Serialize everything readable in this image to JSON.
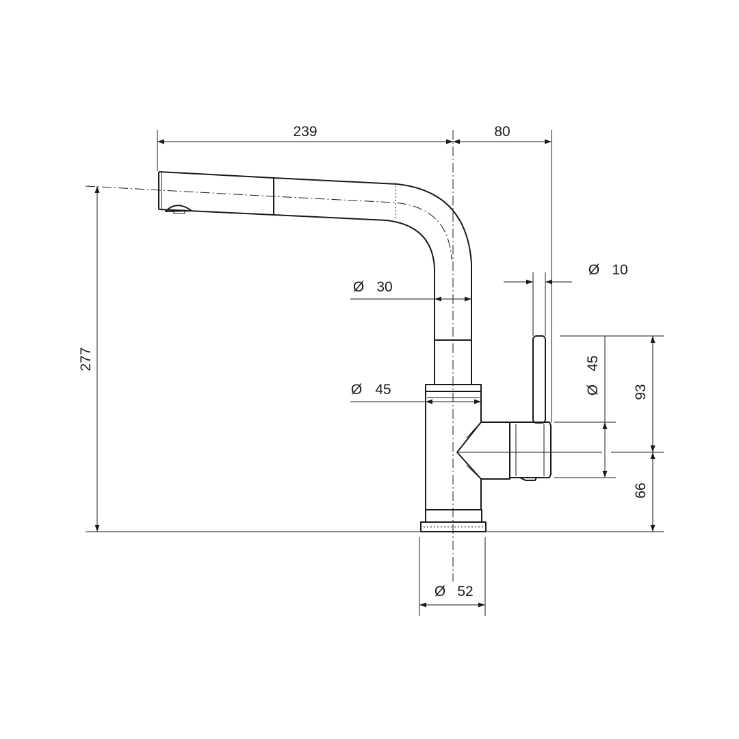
{
  "drawing": {
    "dimensions": {
      "spout_reach": "239",
      "lever_offset": "80",
      "total_height": "277",
      "spout_diameter": "30",
      "body_diameter": "45",
      "lever_diameter": "10",
      "handle_diameter": "45",
      "lever_height": "93",
      "handle_axis_height": "66",
      "base_diameter": "52"
    },
    "diameter_symbol": "Ø"
  }
}
